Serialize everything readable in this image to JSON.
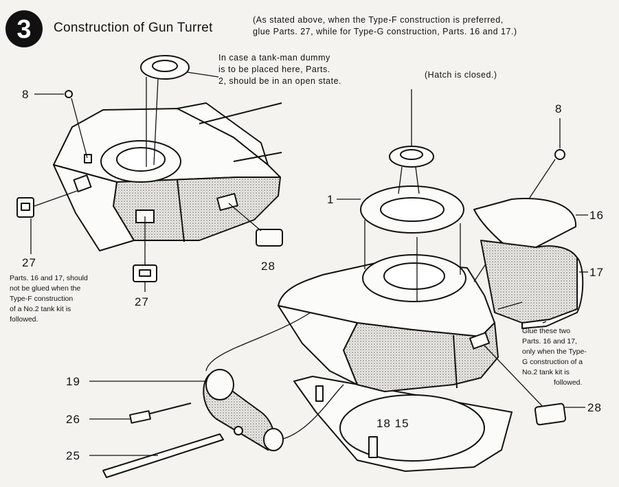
{
  "step": {
    "number": "3",
    "title": "Construction of Gun Turret",
    "note_lines": [
      "(As stated above, when the Type-F construction is preferred,",
      "glue Parts. 27, while for Type-G construction, Parts. 16 and 17.)"
    ]
  },
  "notes": {
    "dummy": [
      "In case a tank-man dummy",
      "is to be placed here, Parts.",
      "2, should be in an open state."
    ],
    "hatch_closed": "(Hatch is closed.)",
    "type_f": [
      "Parts. 16 and 17, should",
      "not be glued when the",
      "Type-F construction",
      "of a No.2 tank kit is",
      "followed."
    ],
    "type_g": [
      "Glue these two",
      "Parts. 16 and 17,",
      "only when the Type-",
      "G construction of a",
      "No.2 tank kit is",
      "followed."
    ]
  },
  "parts": {
    "p8_left": "8",
    "p8_right": "8",
    "p1": "1",
    "p16": "16",
    "p17": "17",
    "p27_left": "27",
    "p27_mid": "27",
    "p28_left": "28",
    "p28_right": "28",
    "p19": "19",
    "p26": "26",
    "p25": "25",
    "p18_15": "18 15"
  }
}
